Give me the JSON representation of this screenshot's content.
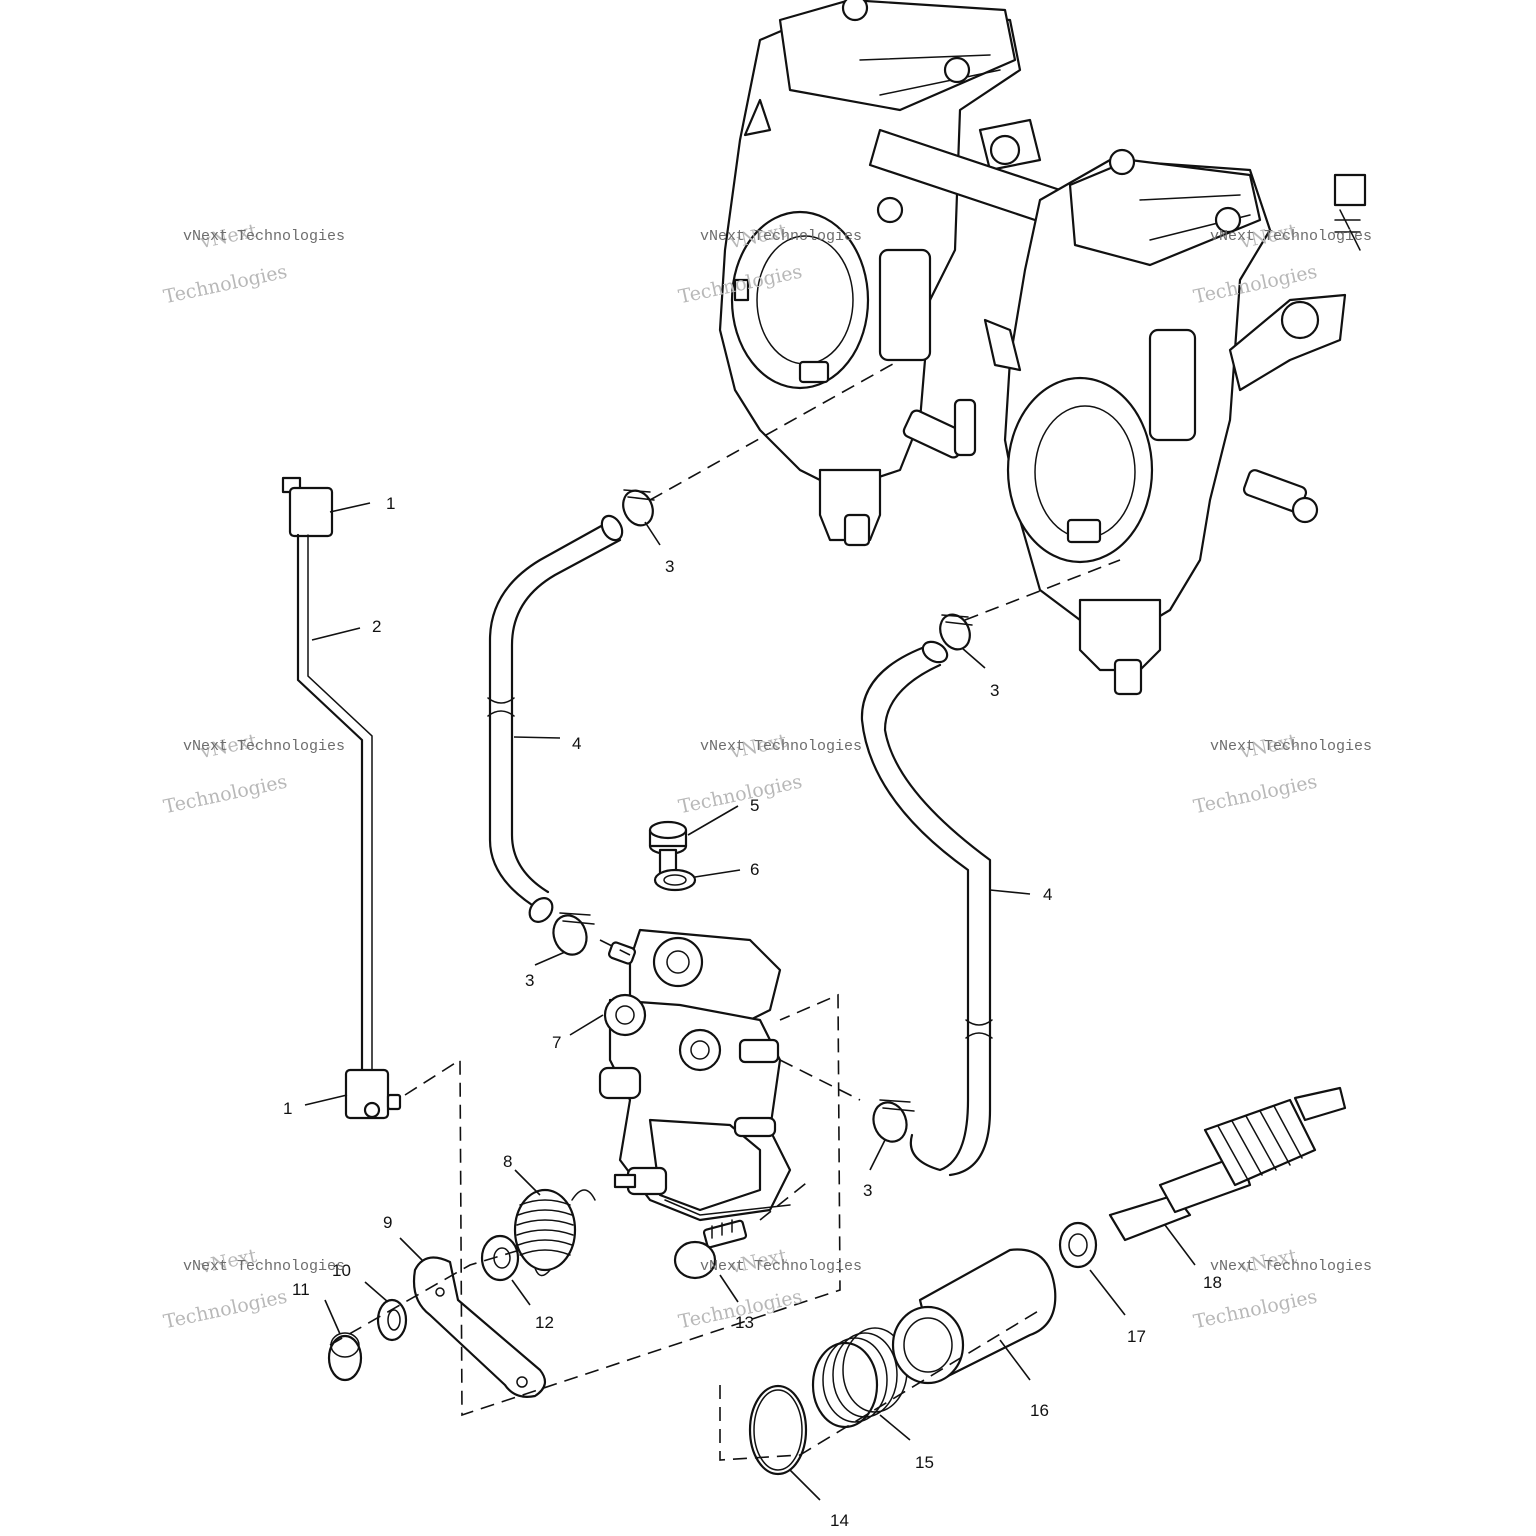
{
  "callouts": [
    {
      "id": "1a",
      "label": "1"
    },
    {
      "id": "1b",
      "label": "1"
    },
    {
      "id": "2",
      "label": "2"
    },
    {
      "id": "3a",
      "label": "3"
    },
    {
      "id": "3b",
      "label": "3"
    },
    {
      "id": "3c",
      "label": "3"
    },
    {
      "id": "3d",
      "label": "3"
    },
    {
      "id": "4a",
      "label": "4"
    },
    {
      "id": "4b",
      "label": "4"
    },
    {
      "id": "5",
      "label": "5"
    },
    {
      "id": "6",
      "label": "6"
    },
    {
      "id": "7",
      "label": "7"
    },
    {
      "id": "8",
      "label": "8"
    },
    {
      "id": "9",
      "label": "9"
    },
    {
      "id": "10",
      "label": "10"
    },
    {
      "id": "11",
      "label": "11"
    },
    {
      "id": "12",
      "label": "12"
    },
    {
      "id": "13",
      "label": "13"
    },
    {
      "id": "14",
      "label": "14"
    },
    {
      "id": "15",
      "label": "15"
    },
    {
      "id": "16",
      "label": "16"
    },
    {
      "id": "17",
      "label": "17"
    },
    {
      "id": "18",
      "label": "18"
    }
  ],
  "watermark": {
    "line_a": "vNext",
    "line_b": "vNext Technologies",
    "line_c": "Technologies"
  }
}
